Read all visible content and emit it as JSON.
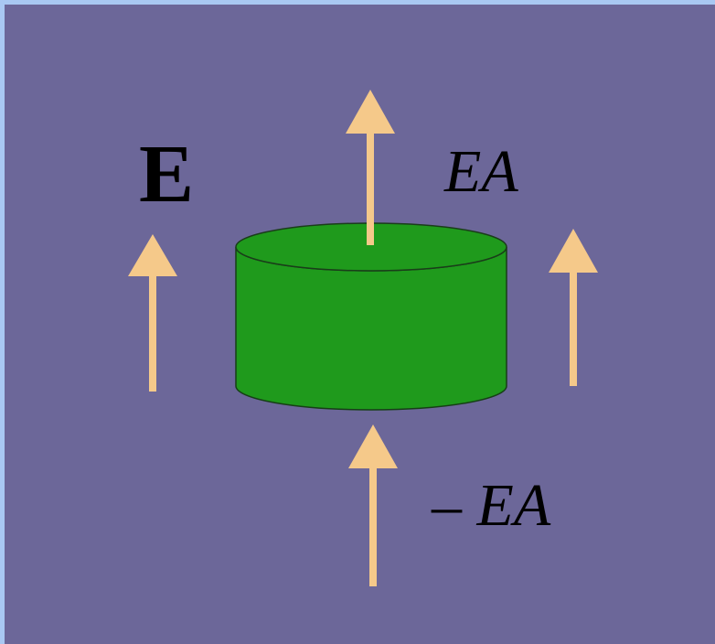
{
  "labels": {
    "field_vector": "E",
    "top_flux": "EA",
    "bottom_minus": "–",
    "bottom_flux": "EA"
  },
  "colors": {
    "background": "#6c6799",
    "frame": "#a9c8f2",
    "arrow": "#f5c98a",
    "cylinder": "#1f9a1c",
    "text": "#000000"
  }
}
